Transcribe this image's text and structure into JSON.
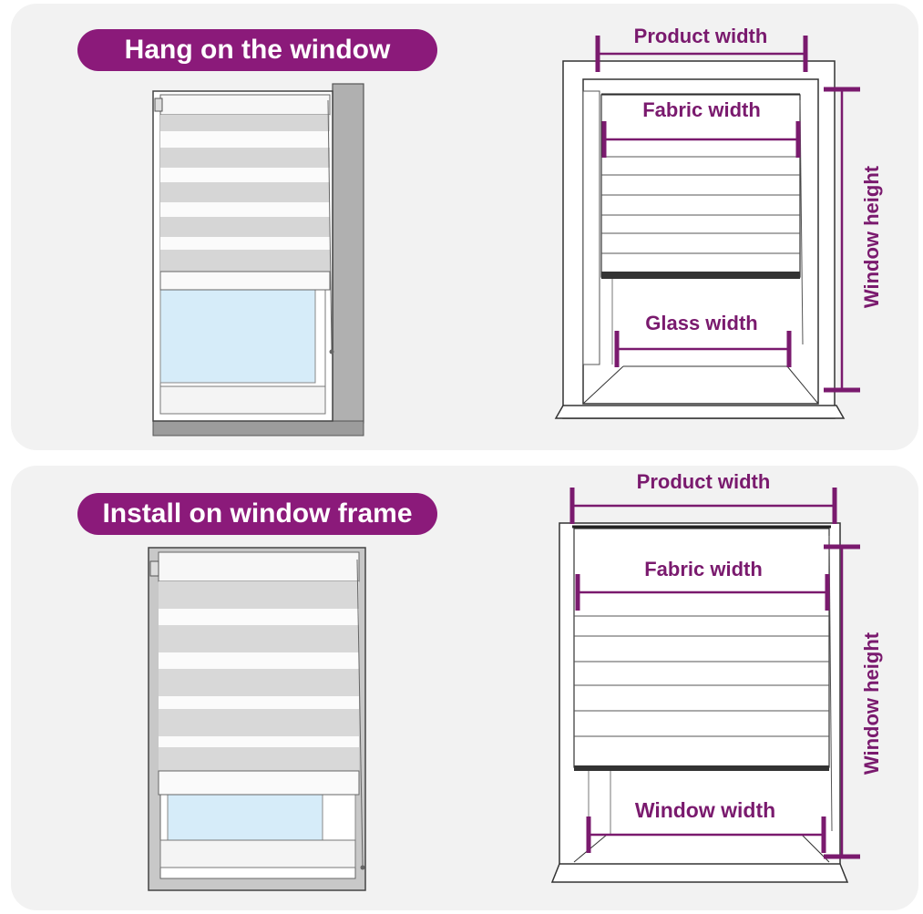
{
  "sections": [
    {
      "title": "Hang on the window",
      "labels": {
        "product_width": "Product  width",
        "fabric_width": "Fabric  width",
        "glass_width": "Glass  width",
        "window_height": "Window height"
      }
    },
    {
      "title": "Install on window frame",
      "labels": {
        "product_width": "Product  width",
        "fabric_width": "Fabric  width",
        "window_width": "Window width",
        "window_height": "Window height"
      }
    }
  ],
  "colors": {
    "accent": "#8b1a7a",
    "dimension": "#7a1a6e",
    "panel_bg": "#f2f2f2",
    "glass": "#d6ecf9",
    "blind_dark": "#d8d8d8",
    "blind_light": "#fbfbfb"
  }
}
